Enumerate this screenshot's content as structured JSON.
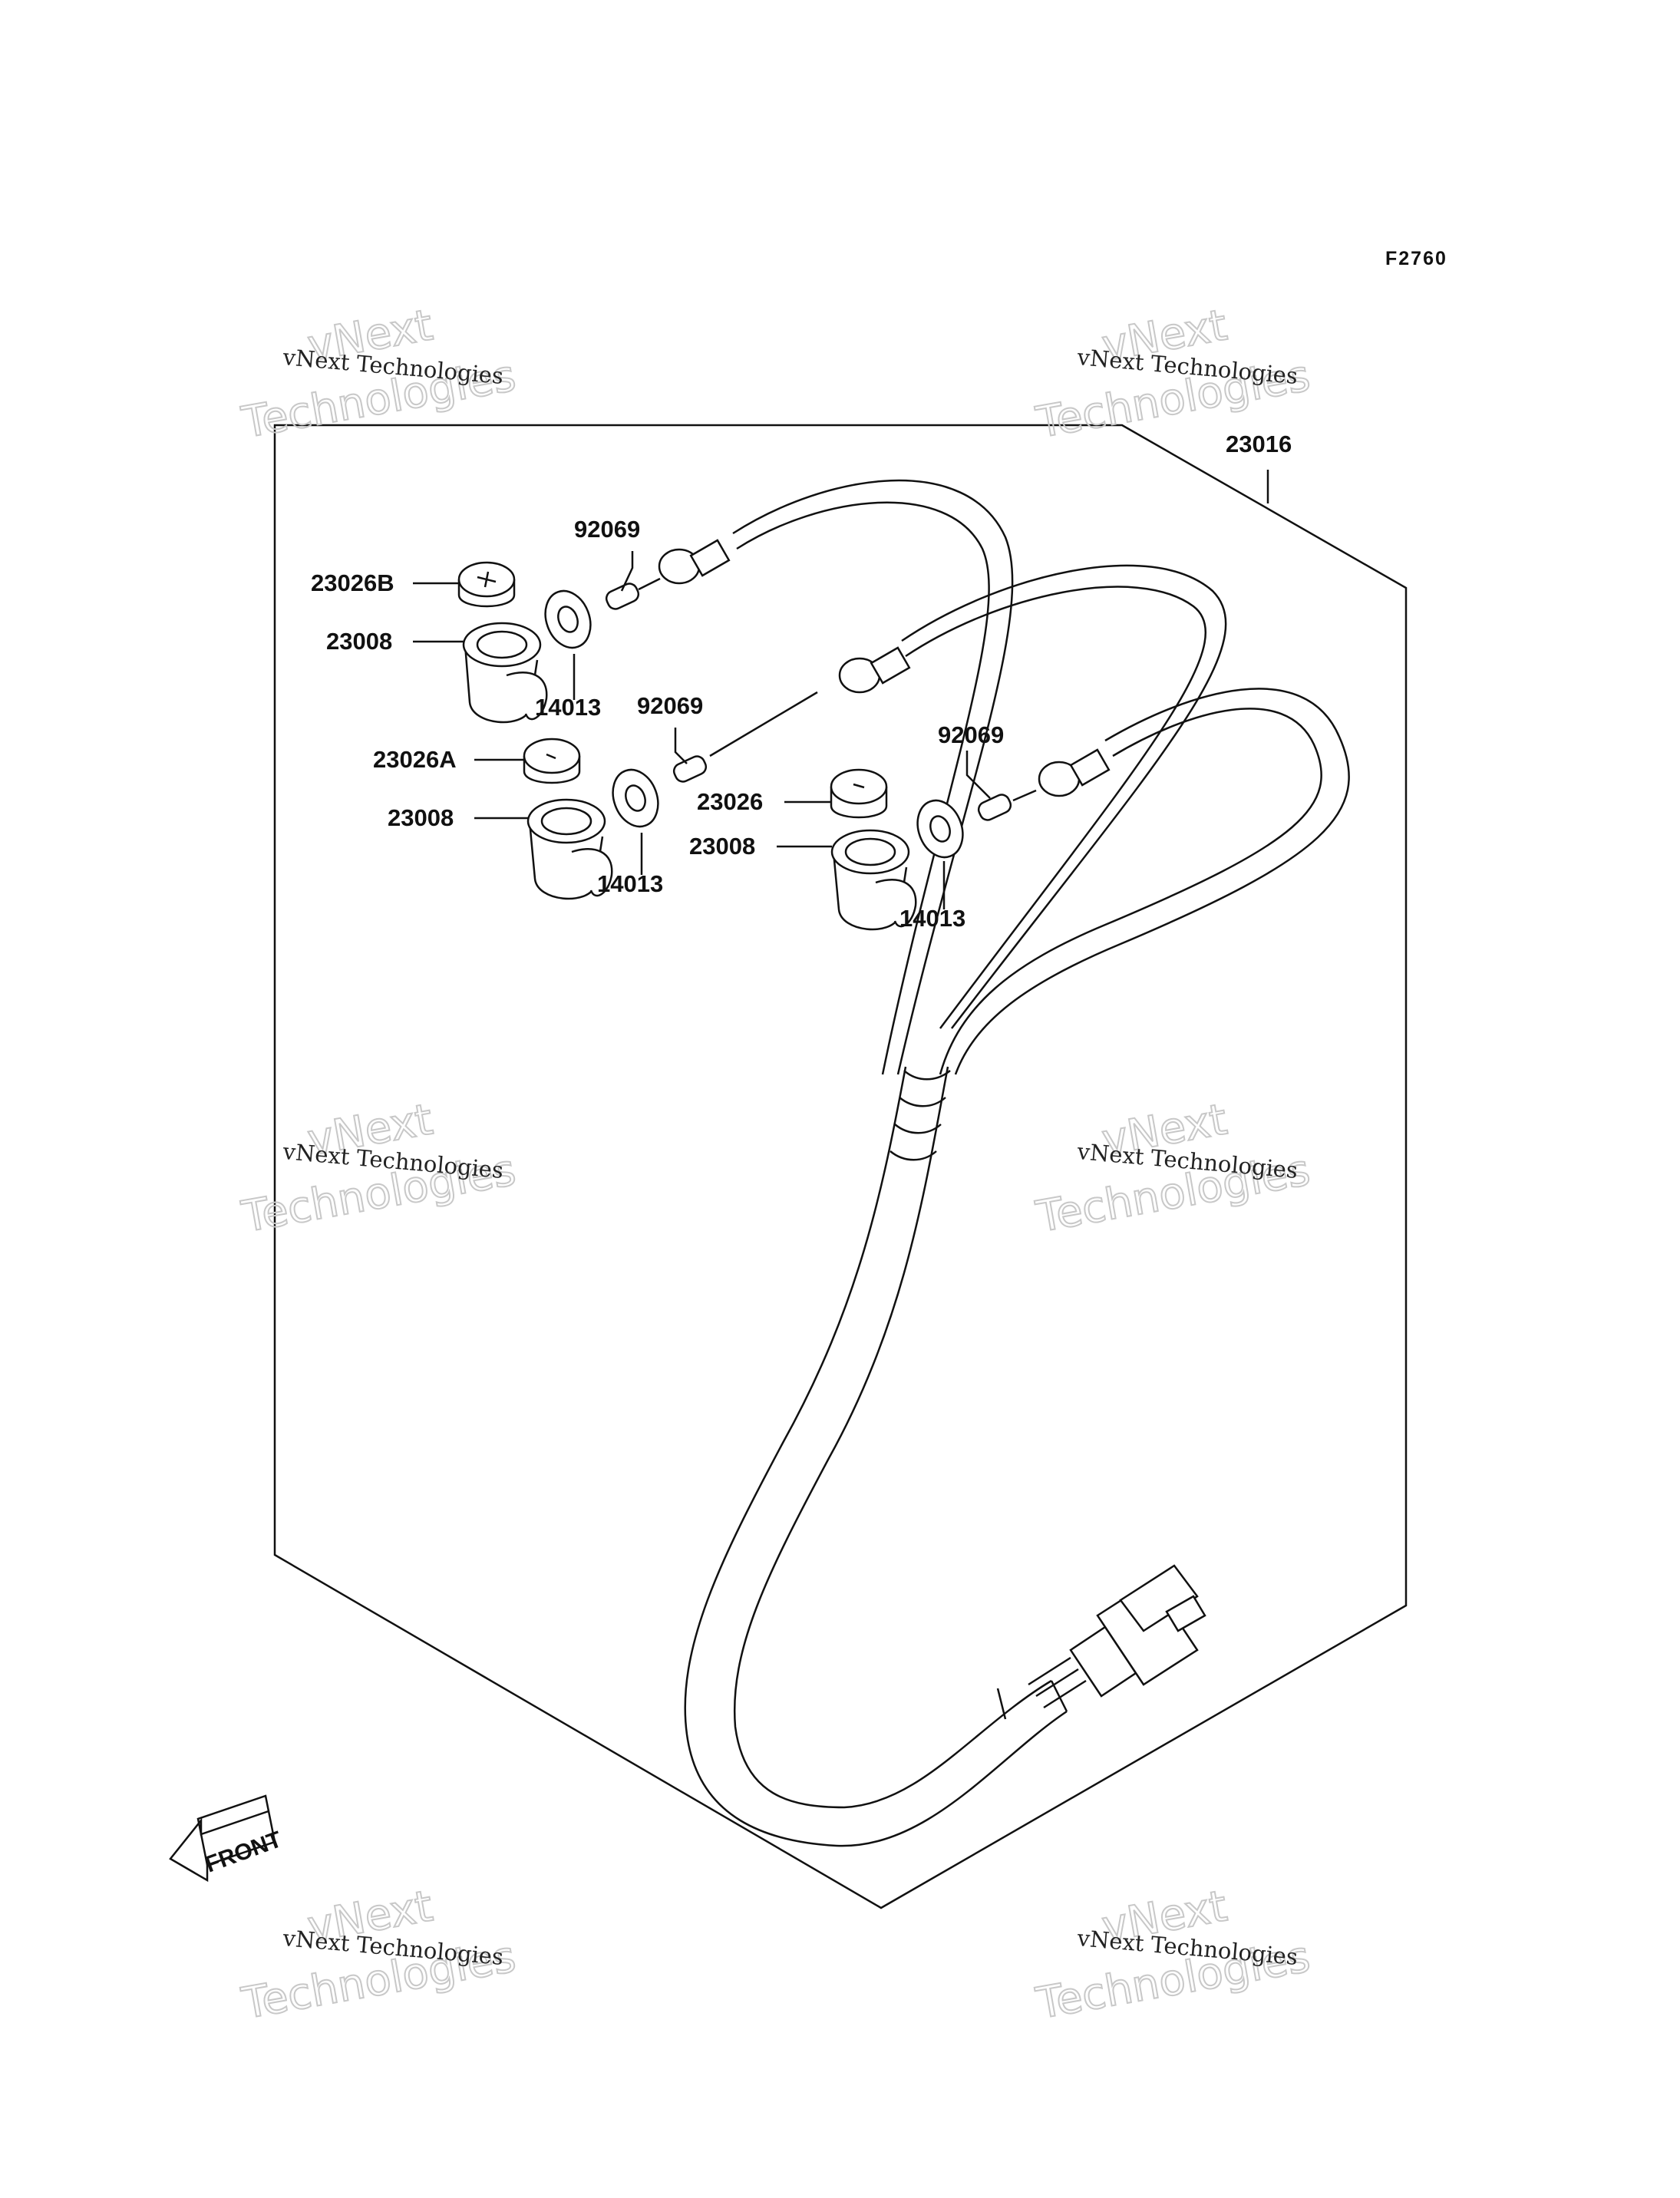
{
  "figure_code": "F2760",
  "watermark": {
    "line1": "vNext",
    "line2": "Technologies",
    "caption": "vNext Technologies"
  },
  "front_label": "FRONT",
  "callouts": {
    "harness": "23016",
    "cap_b": "23026B",
    "cap_a": "23026A",
    "cap": "23026",
    "socket_1": "23008",
    "socket_2": "23008",
    "socket_3": "23008",
    "bulb_1": "92069",
    "bulb_2": "92069",
    "bulb_3": "92069",
    "grommet_1": "14013",
    "grommet_2": "14013",
    "grommet_3": "14013"
  }
}
